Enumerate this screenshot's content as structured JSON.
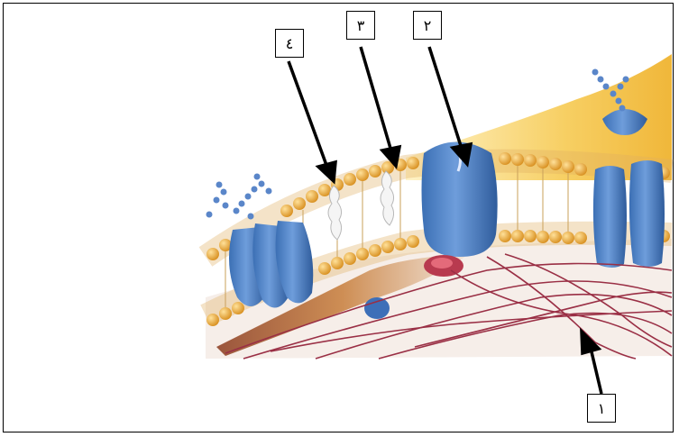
{
  "labels": [
    {
      "id": "1",
      "text": "١"
    },
    {
      "id": "2",
      "text": "٢"
    },
    {
      "id": "3",
      "text": "٣"
    },
    {
      "id": "4",
      "text": "٤"
    }
  ],
  "colors": {
    "protein_blue": "#4a7fc1",
    "lipid_head": "#e8a93c",
    "cytoskeleton": "#9a2f45",
    "extracellular": "#f2c24a",
    "cholesterol": "#f4f4f4"
  },
  "icons": {
    "glycoprotein": "glycoprotein-icon",
    "cholesterol": "cholesterol-icon",
    "channel_protein": "channel-protein-icon",
    "cytoskeleton": "cytoskeleton-fibers-icon"
  }
}
